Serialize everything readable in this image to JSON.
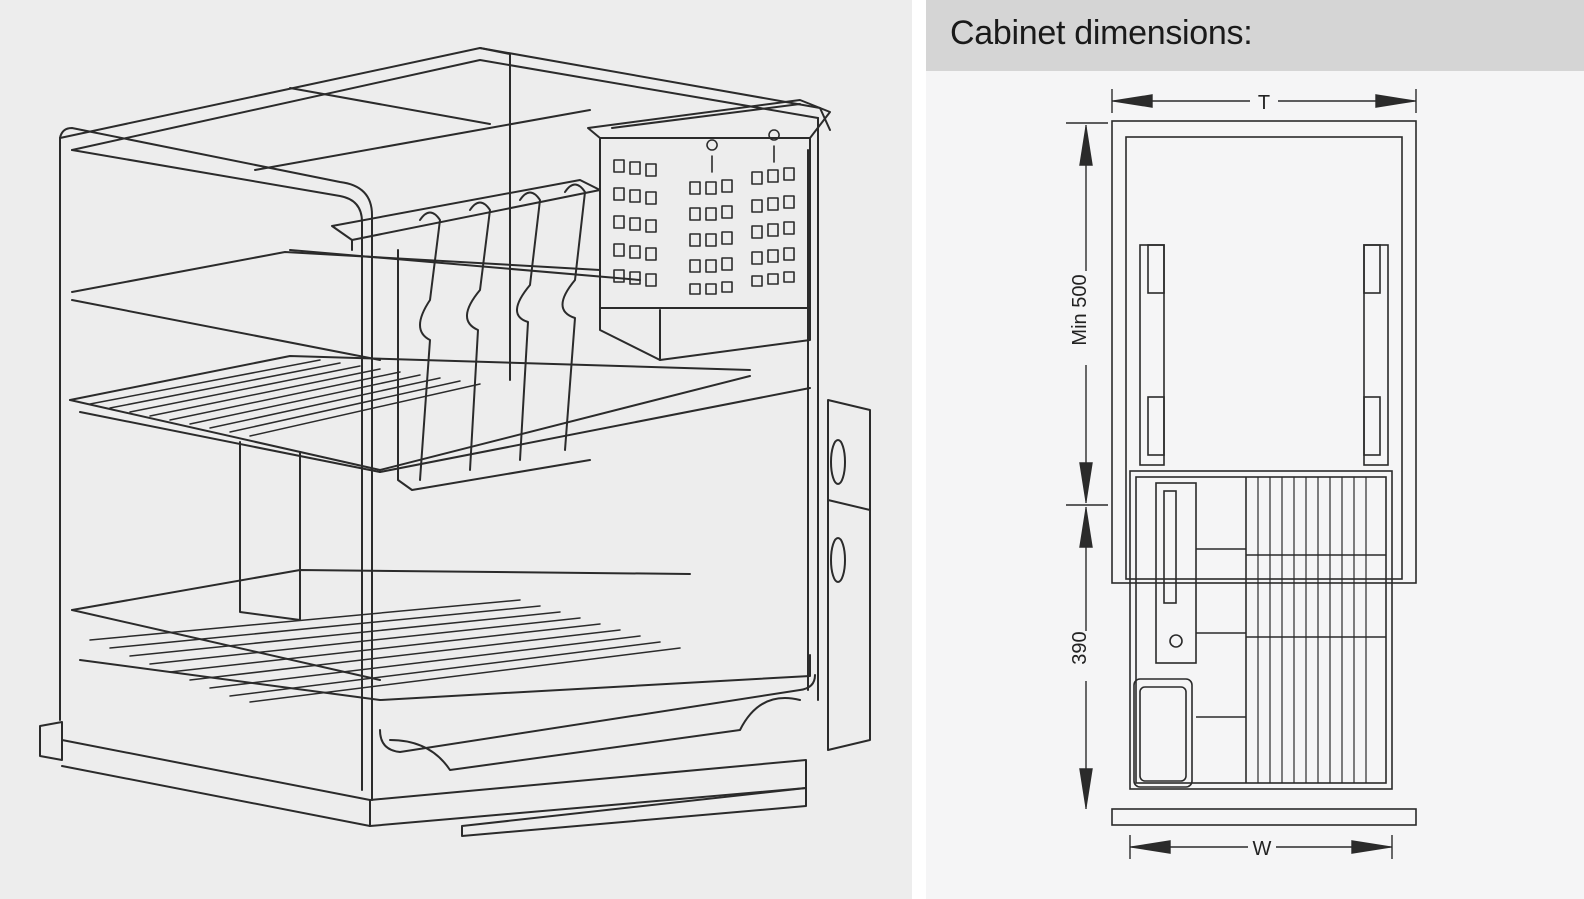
{
  "header": {
    "title": "Cabinet dimensions:"
  },
  "dimensions": {
    "depth_label": "T",
    "width_label": "W",
    "min_height_label": "Min 500",
    "lower_height_label": "390"
  },
  "colors": {
    "line": "#2b2b2b",
    "left_bg": "#ededed",
    "right_bg": "#f5f5f6",
    "header_bg": "#d5d5d5"
  },
  "illustrations": [
    "pull-out-basket-perspective-drawing",
    "cabinet-front-view-drawing"
  ]
}
